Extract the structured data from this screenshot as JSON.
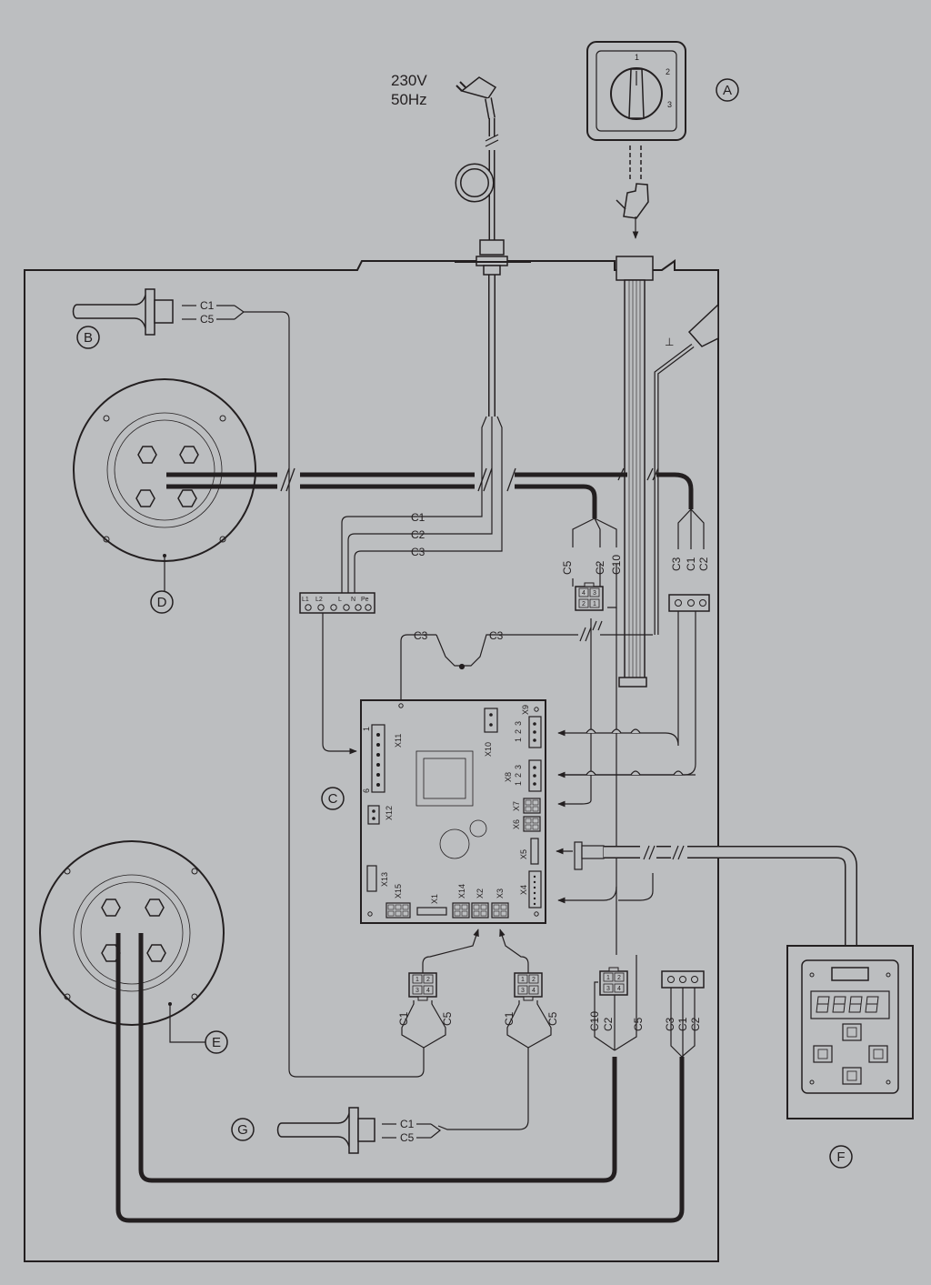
{
  "colors": {
    "background": "#bcbec0",
    "line": "#231f20",
    "panel": "#c4c6c8",
    "fill": "#bcbec0"
  },
  "supply": {
    "voltage": "230V",
    "frequency": "50Hz"
  },
  "components": {
    "A": "A",
    "B": "B",
    "C": "C",
    "D": "D",
    "E": "E",
    "F": "F",
    "G": "G"
  },
  "selector": {
    "pos1": "1",
    "pos2": "2",
    "pos3": "3"
  },
  "wires": {
    "c1": "C1",
    "c2": "C2",
    "c3": "C3",
    "c5": "C5",
    "c10": "C10"
  },
  "terminal_block": {
    "t1": "L1",
    "t2": "L2",
    "t3": "L",
    "t4": "N",
    "t5": "Pe"
  },
  "board": {
    "x1": "X1",
    "x2": "X2",
    "x3": "X3",
    "x4": "X4",
    "x5": "X5",
    "x6": "X6",
    "x7": "X7",
    "x8": "X8",
    "x9": "X9",
    "x10": "X10",
    "x11": "X11",
    "x12": "X12",
    "x13": "X13",
    "x14": "X14",
    "x15": "X15",
    "pin1": "1",
    "pin2": "2",
    "pin3": "3",
    "pin6": "6"
  },
  "plug_pins": {
    "p1": "1",
    "p2": "2",
    "p3": "3",
    "p4": "4"
  },
  "ground_symbol": "⊥"
}
